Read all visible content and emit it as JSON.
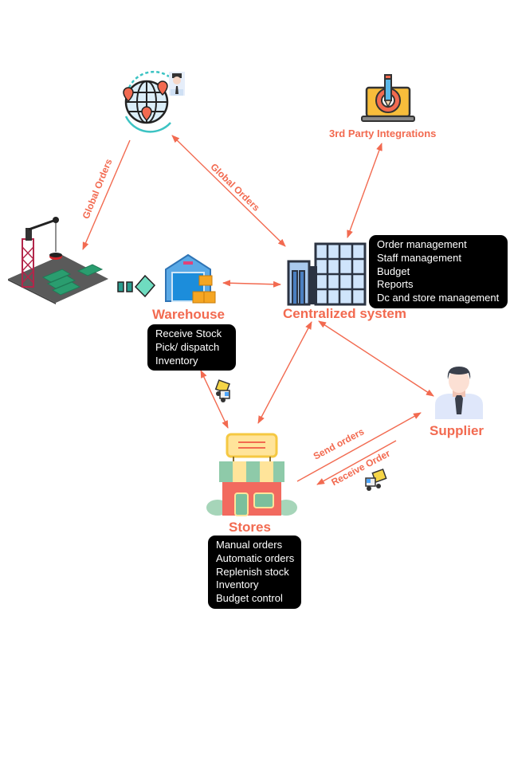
{
  "nodes": {
    "global": {
      "icon": "globe-location-icon"
    },
    "third_party": {
      "label": "3rd Party Integrations"
    },
    "centralized": {
      "label": "Centralized system",
      "functions": [
        "Order management",
        "Staff management",
        "Budget",
        "Reports",
        "Dc and store management"
      ]
    },
    "port": {
      "icon": "port-crane-icon"
    },
    "warehouse": {
      "label": "Warehouse",
      "functions": [
        "Receive Stock",
        "Pick/ dispatch",
        "Inventory"
      ]
    },
    "stores": {
      "label": "Stores",
      "functions": [
        "Manual orders",
        "Automatic orders",
        "Replenish stock",
        "Inventory",
        "Budget control"
      ]
    },
    "supplier": {
      "label": "Supplier"
    }
  },
  "edges": {
    "global_to_port": "Global Orders",
    "global_to_central": "Global Orders",
    "stores_to_supplier": "Send orders",
    "supplier_to_stores": "Receive Order"
  },
  "colors": {
    "accent": "#f26a50",
    "box_bg": "#000000",
    "box_text": "#ffffff"
  }
}
